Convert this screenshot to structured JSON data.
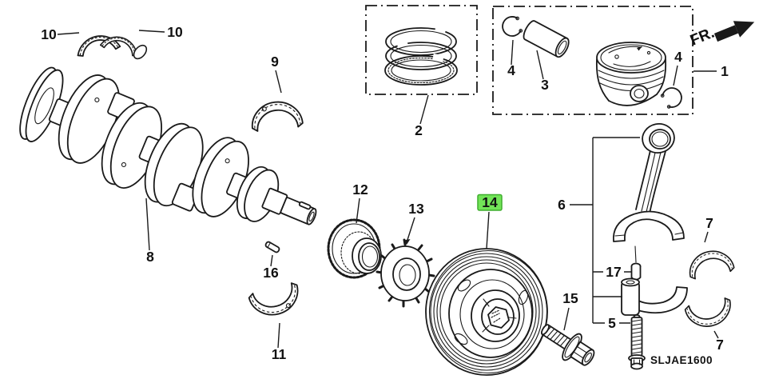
{
  "diagram": {
    "code": "SLJAE1600",
    "fr_label": "FR.",
    "background_color": "#ffffff",
    "line_color": "#1a1a1a",
    "highlight": {
      "fill": "#72e458",
      "border": "#3fae2e",
      "text_color": "#164012"
    },
    "parts": [
      {
        "label": "1",
        "name": "piston-kit-box"
      },
      {
        "label": "2",
        "name": "piston-ring-set"
      },
      {
        "label": "3",
        "name": "piston-pin"
      },
      {
        "label": "4",
        "name": "piston-pin-clip-left"
      },
      {
        "label": "4",
        "name": "piston-pin-clip-right"
      },
      {
        "label": "5",
        "name": "connecting-rod-bolt"
      },
      {
        "label": "6",
        "name": "connecting-rod-assembly"
      },
      {
        "label": "7",
        "name": "rod-bearing-upper"
      },
      {
        "label": "7",
        "name": "rod-bearing-lower"
      },
      {
        "label": "8",
        "name": "crankshaft"
      },
      {
        "label": "9",
        "name": "main-bearing-upper"
      },
      {
        "label": "10",
        "name": "thrust-washer-left"
      },
      {
        "label": "10",
        "name": "thrust-washer-right"
      },
      {
        "label": "11",
        "name": "main-bearing-lower"
      },
      {
        "label": "12",
        "name": "timing-belt-drive-pulley"
      },
      {
        "label": "13",
        "name": "timing-pulley-plate"
      },
      {
        "label": "14",
        "name": "crankshaft-pulley",
        "highlighted": true
      },
      {
        "label": "15",
        "name": "crankshaft-pulley-bolt"
      },
      {
        "label": "16",
        "name": "woodruff-key"
      },
      {
        "label": "17",
        "name": "rod-dowel-pin"
      }
    ]
  }
}
